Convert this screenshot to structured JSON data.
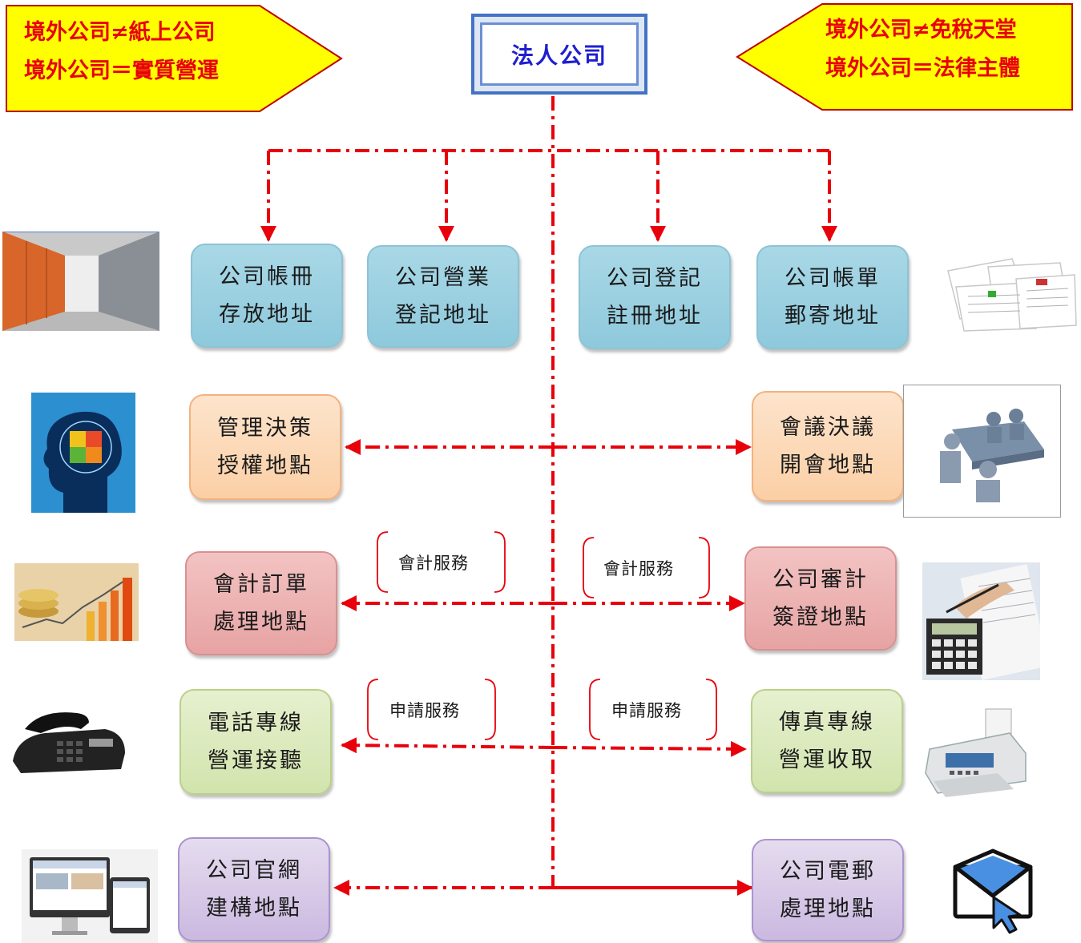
{
  "title": "法人公司",
  "left_callout": {
    "line1": "境外公司≠紙上公司",
    "line2": "境外公司＝實質營運"
  },
  "right_callout": {
    "line1": "境外公司≠免稅天堂",
    "line2": "境外公司＝法律主體"
  },
  "nodes": {
    "book_storage": "公司帳冊\n存放地址",
    "business_registration": "公司營業\n登記地址",
    "company_registration": "公司登記\n註冊地址",
    "bill_mailing": "公司帳單\n郵寄地址",
    "management_decision": "管理決策\n授權地點",
    "meeting_resolution": "會議決議\n開會地點",
    "accounting_orders": "會計訂單\n處理地點",
    "audit_certification": "公司審計\n簽證地點",
    "phone_line": "電話專線\n營運接聽",
    "fax_line": "傳真專線\n營運收取",
    "website": "公司官網\n建構地點",
    "email": "公司電郵\n處理地點"
  },
  "services": {
    "accounting_left": "會計服務",
    "accounting_right": "會計服務",
    "apply_left": "申請服務",
    "apply_right": "申請服務"
  },
  "colors": {
    "connector": "#e8000b",
    "callout_fill": "#ffff00",
    "callout_text": "#e8000b",
    "title_border": "#4472c4",
    "title_text": "#1f1fd0"
  },
  "icons": [
    "storage-room-photo",
    "documents-photo",
    "brain-puzzle-icon",
    "meeting-icon",
    "finance-chart-photo",
    "audit-calculator-photo",
    "telephone-icon",
    "fax-machine-icon",
    "website-devices-icon",
    "email-envelope-icon"
  ]
}
